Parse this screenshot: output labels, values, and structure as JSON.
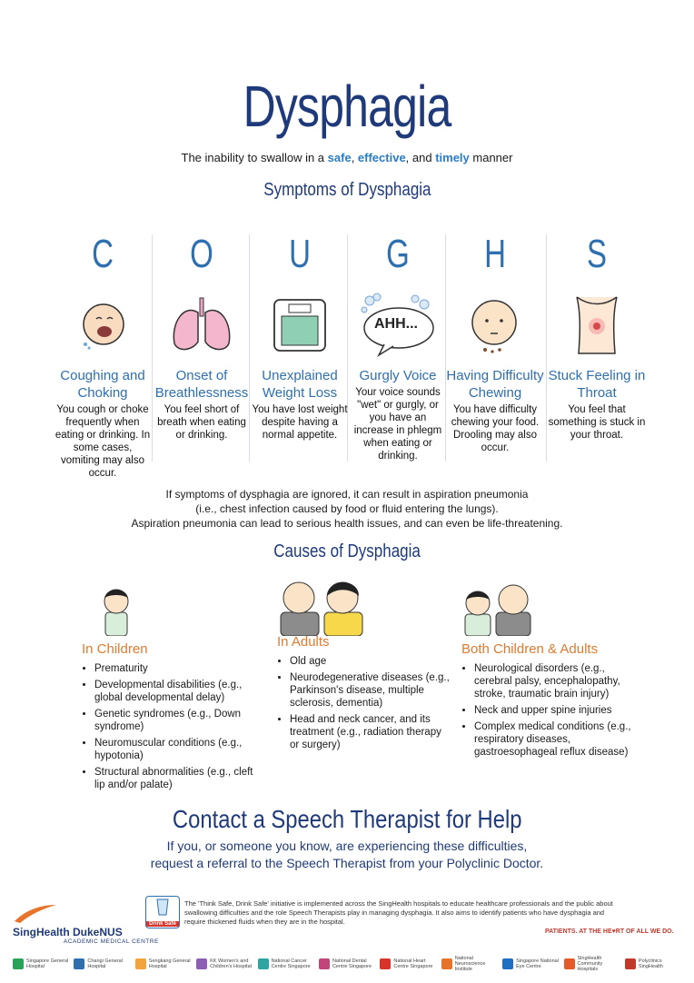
{
  "title": "Dysphagia",
  "subtitle": {
    "pre": "The inability to swallow in a ",
    "w1": "safe",
    "sep1": ", ",
    "w2": "effective",
    "sep2": ", and ",
    "w3": "timely",
    "post": " manner"
  },
  "symptoms_heading": "Symptoms of Dysphagia",
  "symptoms": [
    {
      "letter": "C",
      "title": "Coughing and Choking",
      "desc": "You cough or choke frequently when eating or drinking. In some cases, vomiting may also occur."
    },
    {
      "letter": "O",
      "title": "Onset of Breathlessness",
      "desc": "You feel short of breath when eating or drinking."
    },
    {
      "letter": "U",
      "title": "Unexplained Weight Loss",
      "desc": "You have lost weight despite having a normal appetite."
    },
    {
      "letter": "G",
      "title": "Gurgly Voice",
      "desc": "Your voice sounds \"wet\" or gurgly, or you have an increase in phlegm when eating or drinking."
    },
    {
      "letter": "H",
      "title": "Having Difficulty Chewing",
      "desc": "You have difficulty chewing your food. Drooling may also occur."
    },
    {
      "letter": "S",
      "title": "Stuck Feeling in Throat",
      "desc": "You feel that something is stuck in your throat."
    }
  ],
  "bubble_text": "AHH...",
  "note": {
    "l1": "If symptoms of dysphagia are ignored, it can result in aspiration pneumonia",
    "l2": "(i.e., chest infection caused by food or fluid entering the lungs).",
    "l3": "Aspiration pneumonia can lead to serious health issues, and can even be life-threatening."
  },
  "causes_heading": "Causes of Dysphagia",
  "causes": [
    {
      "head": "In Children",
      "items": [
        "Prematurity",
        "Developmental disabilities (e.g., global developmental delay)",
        "Genetic syndromes (e.g., Down syndrome)",
        "Neuromuscular conditions (e.g., hypotonia)",
        "Structural abnormalities (e.g., cleft lip and/or palate)"
      ]
    },
    {
      "head": "In Adults",
      "items": [
        "Old age",
        "Neurodegenerative diseases (e.g., Parkinson's disease, multiple sclerosis, dementia)",
        "Head and neck cancer, and its treatment (e.g., radiation therapy or surgery)"
      ]
    },
    {
      "head": "Both Children & Adults",
      "items": [
        "Neurological disorders (e.g., cerebral palsy, encephalopathy, stroke, traumatic brain injury)",
        "Neck and upper spine injuries",
        "Complex medical conditions (e.g., respiratory diseases, gastroesophageal reflux disease)"
      ]
    }
  ],
  "contact": {
    "heading": "Contact a Speech Therapist for Help",
    "l1": "If you, or someone you know, are experiencing these difficulties,",
    "l2": "request a referral to the Speech Therapist from your Polyclinic Doctor."
  },
  "footer": {
    "badge": "Drink Safe",
    "text": "The 'Think Safe, Drink Safe' initiative is implemented across the SingHealth hospitals to educate healthcare professionals and the public about swallowing difficulties and the role Speech Therapists play in managing dysphagia. It also aims to identify patients who have dysphagia and require thickened fluids when they are in the hospital.",
    "brand1": "SingHealth",
    "brand2": "DukeNUS",
    "brand_sub": "ACADEMIC MEDICAL CENTRE",
    "tagline": "PATIENTS. AT THE HE♥RT OF ALL WE DO.",
    "partners": [
      "Singapore General Hospital",
      "Changi General Hospital",
      "Sengkang General Hospital",
      "KK Women's and Children's Hospital",
      "National Cancer Centre Singapore",
      "National Dental Centre Singapore",
      "National Heart Centre Singapore",
      "National Neuroscience Institute",
      "Singapore National Eye Centre",
      "SingHealth Community Hospitals",
      "Polyclinics SingHealth"
    ]
  },
  "colors": {
    "navy": "#1f3a7a",
    "blue": "#2e6fb0",
    "orange": "#e07a2e"
  }
}
